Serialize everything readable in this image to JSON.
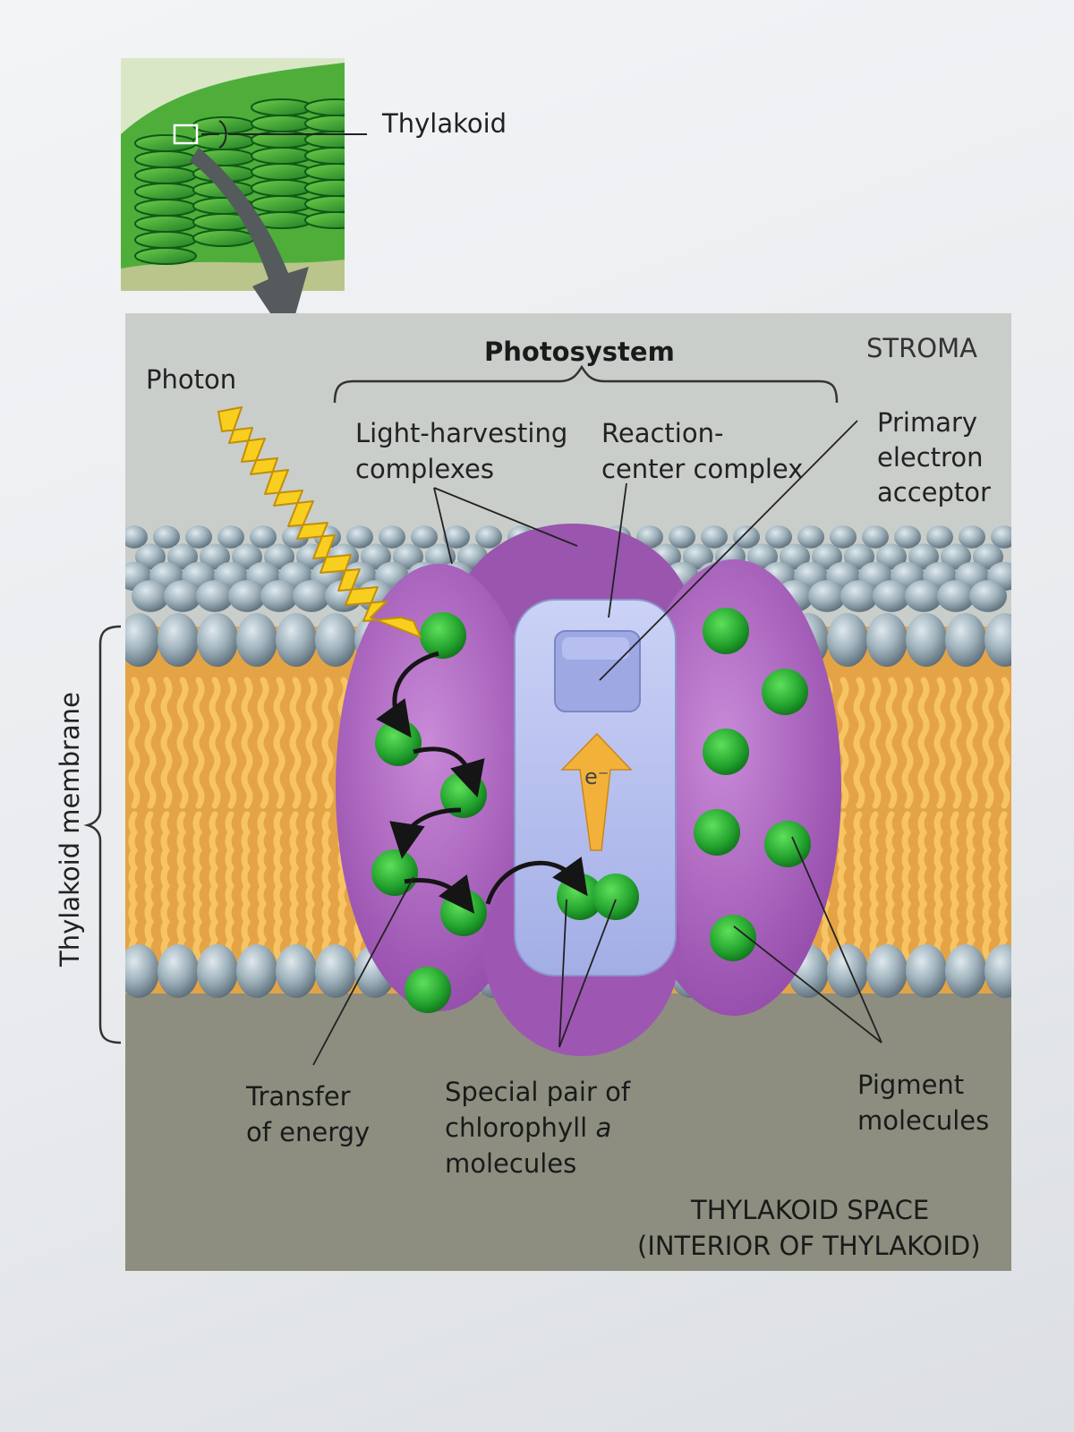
{
  "labels": {
    "thylakoid": "Thylakoid",
    "photosystem": "Photosystem",
    "stroma": "STROMA",
    "photon": "Photon",
    "light_harvesting_1": "Light-harvesting",
    "light_harvesting_2": "complexes",
    "reaction_center_1": "Reaction-",
    "reaction_center_2": "center complex",
    "primary_acceptor_1": "Primary",
    "primary_acceptor_2": "electron",
    "primary_acceptor_3": "acceptor",
    "thylakoid_membrane": "Thylakoid membrane",
    "electron": "e⁻",
    "transfer_1": "Transfer",
    "transfer_2": "of energy",
    "special_pair_1": "Special pair of",
    "special_pair_2a": "chlorophyll ",
    "special_pair_2b": "a",
    "special_pair_3": "molecules",
    "pigment_1": "Pigment",
    "pigment_2": "molecules",
    "thylakoid_space_1": "THYLAKOID SPACE",
    "thylakoid_space_2": "(INTERIOR OF THYLAKOID)"
  },
  "colors": {
    "stroma": "#c6cbc9",
    "thylakoid_space": "#8d8e80",
    "lipid_head": "#98aab4",
    "lipid_tail": "#f2b24c",
    "protein_purple": "#a45bb8",
    "reaction_center": "#b7c0ee",
    "chlorophyll": "#2fae3a",
    "photon": "#f6cc22"
  }
}
